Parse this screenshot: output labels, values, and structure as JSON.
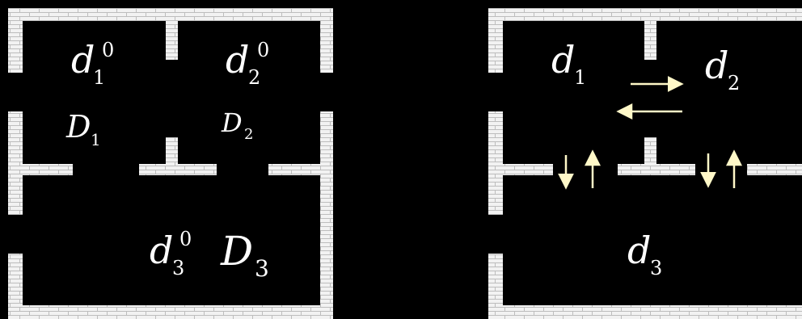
{
  "colors": {
    "background": "#000000",
    "wall": "#f2f2f2",
    "brick_line": "#bdbdbd",
    "arrow": "#fff8c8",
    "text": "#ffffff"
  },
  "left_panel": {
    "labels": {
      "d1": {
        "base": "d",
        "sub": "1",
        "sup": "0"
      },
      "d2": {
        "base": "d",
        "sub": "2",
        "sup": "0"
      },
      "d3": {
        "base": "d",
        "sub": "3",
        "sup": "0"
      },
      "D1": {
        "base": "D",
        "sub": "1"
      },
      "D2": {
        "base": "D",
        "sub": "2"
      },
      "D3": {
        "base": "D",
        "sub": "3"
      }
    }
  },
  "right_panel": {
    "labels": {
      "d1": {
        "base": "d",
        "sub": "1"
      },
      "d2": {
        "base": "d",
        "sub": "2"
      },
      "d3": {
        "base": "d",
        "sub": "3"
      }
    },
    "arrows": [
      "right",
      "left",
      "down",
      "up",
      "down",
      "up"
    ]
  }
}
